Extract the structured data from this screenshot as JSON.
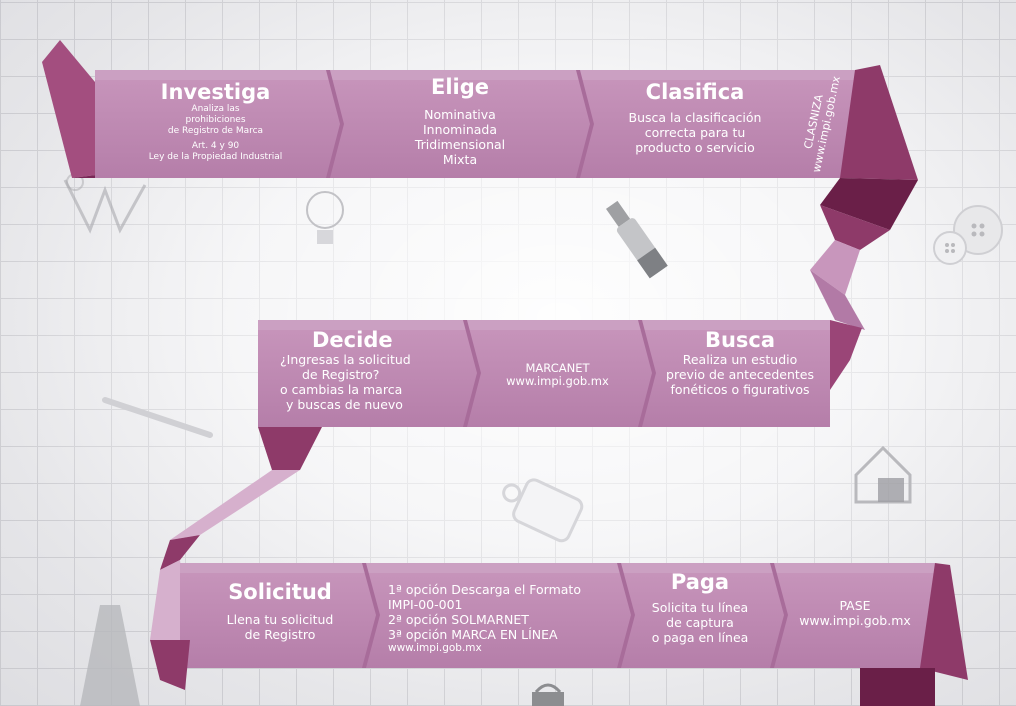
{
  "colors": {
    "ribbon": "#c08ab4",
    "ribbon_light": "#cc9cc2",
    "ribbon_dark": "#8b3766",
    "ribbon_darker": "#6a1f48",
    "text": "#ffffff",
    "grid": "#c9c9ce"
  },
  "steps": {
    "investiga": {
      "title": "Investiga",
      "lines": [
        "Analiza las",
        "prohibiciones",
        "de Registro de Marca"
      ],
      "notes": [
        "Art. 4 y 90",
        "Ley de la Propiedad Industrial"
      ]
    },
    "elige": {
      "title": "Elige",
      "lines": [
        "Nominativa",
        "Innominada",
        "Tridimensional",
        "Mixta"
      ]
    },
    "clasifica": {
      "title": "Clasifica",
      "lines": [
        "Busca la clasificación",
        "correcta para tu",
        "producto o servicio"
      ],
      "side_lines": [
        "CLASNIZA",
        "www.impi.gob.mx"
      ]
    },
    "decide": {
      "title": "Decide",
      "lines": [
        "¿Ingresas la solicitud",
        "de Registro?",
        "o cambias la marca",
        "y buscas de nuevo"
      ]
    },
    "marcanet": {
      "lines": [
        "MARCANET",
        "www.impi.gob.mx"
      ]
    },
    "busca": {
      "title": "Busca",
      "lines": [
        "Realiza un estudio",
        "previo de antecedentes",
        "fonéticos o figurativos"
      ]
    },
    "solicitud": {
      "title": "Solicitud",
      "lines": [
        "Llena tu solicitud",
        "de Registro"
      ]
    },
    "opciones": {
      "lines": [
        "1ª opción Descarga el Formato",
        "IMPI-00-001",
        "2ª opción SOLMARNET",
        "3ª opción MARCA EN LÍNEA"
      ],
      "note": "www.impi.gob.mx"
    },
    "paga": {
      "title": "Paga",
      "lines": [
        "Solicita tu línea",
        "de captura",
        "o paga en línea"
      ]
    },
    "pase": {
      "lines": [
        "PASE",
        "www.impi.gob.mx"
      ]
    }
  },
  "decorations": [
    {
      "name": "fashion-sketch-icon"
    },
    {
      "name": "lightbulb-icon"
    },
    {
      "name": "bottle-icon"
    },
    {
      "name": "buttons-icon"
    },
    {
      "name": "pen-icon"
    },
    {
      "name": "tag-icon"
    },
    {
      "name": "house-icon"
    },
    {
      "name": "dress-icon"
    },
    {
      "name": "bag-icon"
    }
  ]
}
